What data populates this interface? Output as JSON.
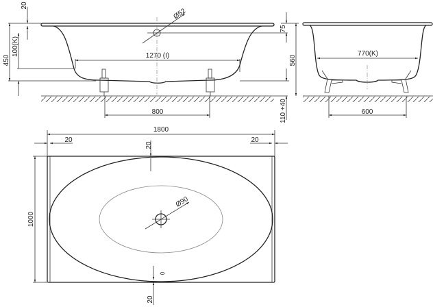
{
  "side_view": {
    "rim_height_from_top": "20",
    "total_height": "450",
    "inner_depth": "100(K)",
    "overflow_diameter": "Ø52",
    "overflow_offset": "75",
    "height_to_floor": "560",
    "leg_adjust": "110 +40",
    "inner_length": "1270 (I)",
    "leg_spacing": "800"
  },
  "end_view": {
    "inner_width": "770(K)",
    "leg_spacing": "600"
  },
  "plan_view": {
    "length": "1800",
    "width": "1000",
    "rim_left": "20",
    "rim_right": "20",
    "rim_top": "20",
    "rim_bottom": "20",
    "drain_diameter": "Ø90"
  }
}
